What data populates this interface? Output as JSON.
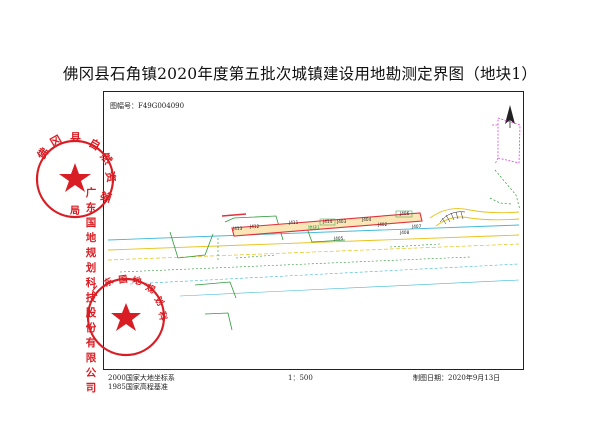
{
  "title": "佛冈县石角镇2020年度第五批次城镇建设用地勘测定界图（地块1）",
  "sheet_number": "图幅号：F49G004090",
  "footer": {
    "coord_system": "2000国家大地坐标系",
    "elevation_datum": "1985国家高程基准",
    "scale": "1：500",
    "drawing_date": "制图日期：2020年9月13日"
  },
  "seal_left_text": "佛冈县自然资源局",
  "seal_company_text": "广东国地规划科技股份有限公司",
  "company_vertical_label": "广东国地规划科技股份有限公司",
  "map_labels": {
    "points": [
      "J413",
      "J412",
      "J411",
      "J414",
      "J403",
      "J404",
      "J406",
      "J405",
      "J408",
      "J407",
      "J402"
    ],
    "parcel_label": "地块1"
  },
  "colors": {
    "seal_red": "#d81e24",
    "boundary_green": "#2e9a3a",
    "road_yellow": "#e8c21a",
    "parcel_red": "#e0323a",
    "cyan_line": "#3fb8d8",
    "magenta": "#c83ac8"
  }
}
